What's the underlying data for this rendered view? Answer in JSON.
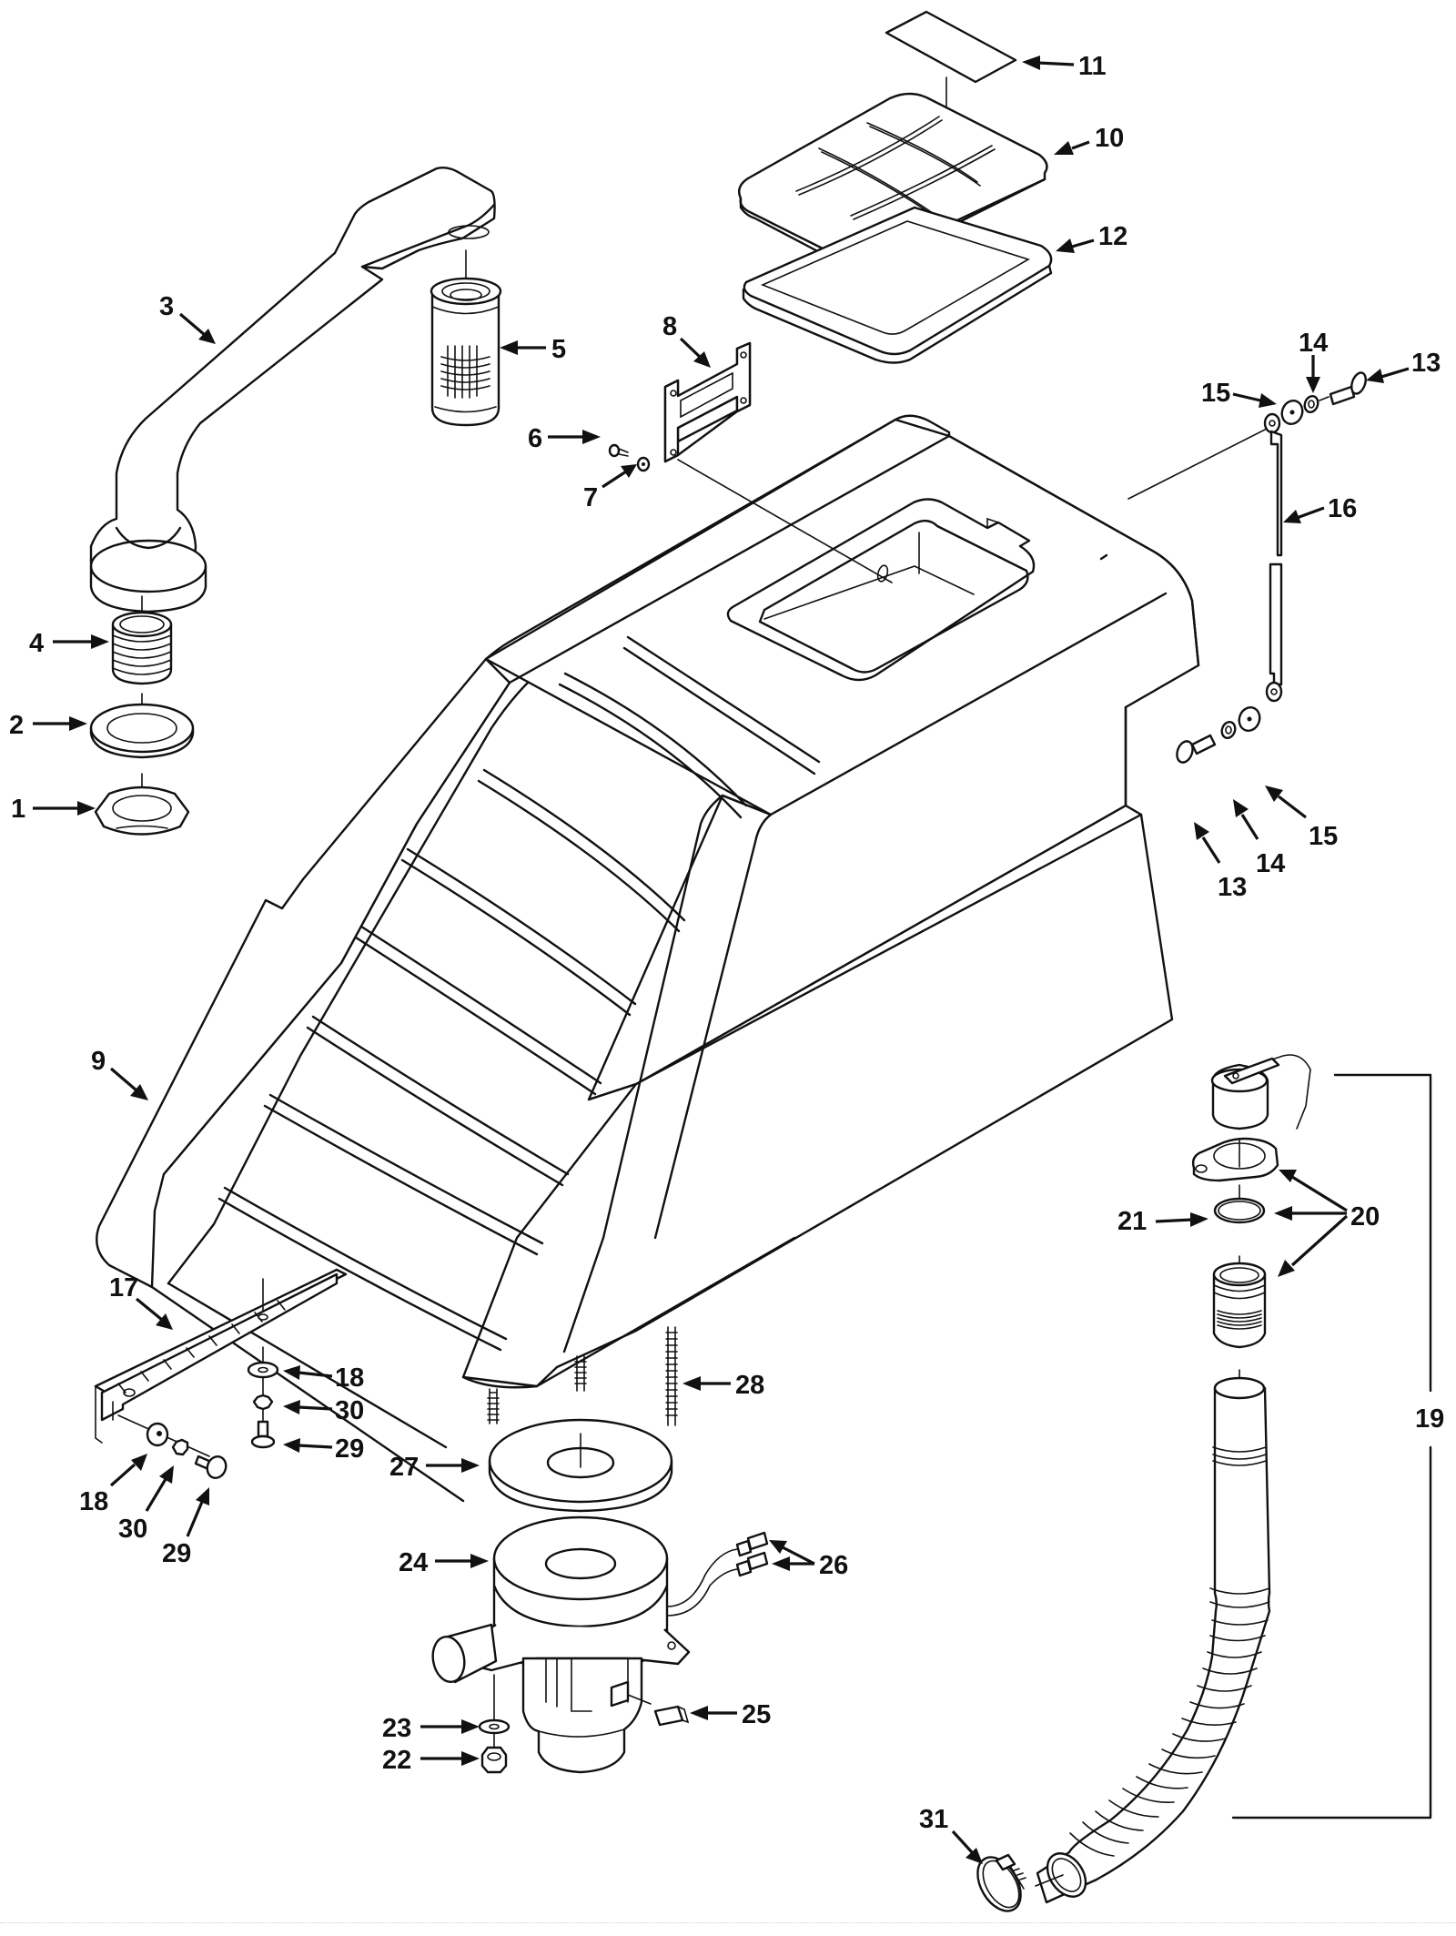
{
  "figure": {
    "type": "exploded parts diagram",
    "subject": "Recovery tank / lid assembly with vacuum motor and hose"
  },
  "callouts": [
    {
      "id": "c1",
      "number": "1",
      "part": "hex nut"
    },
    {
      "id": "c2",
      "number": "2",
      "part": "flat washer / gasket"
    },
    {
      "id": "c3",
      "number": "3",
      "part": "inlet elbow tube"
    },
    {
      "id": "c4",
      "number": "4",
      "part": "threaded bushing"
    },
    {
      "id": "c5",
      "number": "5",
      "part": "strainer filter"
    },
    {
      "id": "c6",
      "number": "6",
      "part": "screw"
    },
    {
      "id": "c7",
      "number": "7",
      "part": "washer"
    },
    {
      "id": "c8",
      "number": "8",
      "part": "bracket"
    },
    {
      "id": "c9",
      "number": "9",
      "part": "tank body"
    },
    {
      "id": "c10",
      "number": "10",
      "part": "lid"
    },
    {
      "id": "c11",
      "number": "11",
      "part": "label"
    },
    {
      "id": "c12",
      "number": "12",
      "part": "lid gasket"
    },
    {
      "id": "c13a",
      "number": "13",
      "part": "screw (upper)"
    },
    {
      "id": "c14a",
      "number": "14",
      "part": "lock washer (upper)"
    },
    {
      "id": "c15a",
      "number": "15",
      "part": "flat washer (upper)"
    },
    {
      "id": "c16",
      "number": "16",
      "part": "retaining strap"
    },
    {
      "id": "c13b",
      "number": "13",
      "part": "screw (lower)"
    },
    {
      "id": "c14b",
      "number": "14",
      "part": "lock washer (lower)"
    },
    {
      "id": "c15b",
      "number": "15",
      "part": "flat washer (lower)"
    },
    {
      "id": "c17",
      "number": "17",
      "part": "piano hinge"
    },
    {
      "id": "c18a",
      "number": "18",
      "part": "washer (vertical)"
    },
    {
      "id": "c30a",
      "number": "30",
      "part": "star lock washer (vertical)"
    },
    {
      "id": "c29a",
      "number": "29",
      "part": "screw (vertical)"
    },
    {
      "id": "c18b",
      "number": "18",
      "part": "washer (horizontal)"
    },
    {
      "id": "c30b",
      "number": "30",
      "part": "star lock washer (horizontal)"
    },
    {
      "id": "c29b",
      "number": "29",
      "part": "screw (horizontal)"
    },
    {
      "id": "c19",
      "number": "19",
      "part": "drain hose assembly"
    },
    {
      "id": "c20",
      "number": "20",
      "part": "drain cap assembly"
    },
    {
      "id": "c21",
      "number": "21",
      "part": "o-ring"
    },
    {
      "id": "c22",
      "number": "22",
      "part": "nut"
    },
    {
      "id": "c23",
      "number": "23",
      "part": "washer"
    },
    {
      "id": "c24",
      "number": "24",
      "part": "vacuum motor"
    },
    {
      "id": "c25",
      "number": "25",
      "part": "carbon brush"
    },
    {
      "id": "c26",
      "number": "26",
      "part": "wire connectors"
    },
    {
      "id": "c27",
      "number": "27",
      "part": "motor gasket"
    },
    {
      "id": "c28",
      "number": "28",
      "part": "studs"
    },
    {
      "id": "c31",
      "number": "31",
      "part": "hose clamp"
    }
  ]
}
